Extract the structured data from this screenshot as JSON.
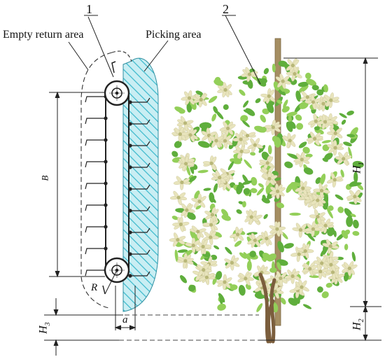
{
  "labels": {
    "callout_1": "1",
    "callout_2": "2",
    "empty_return_area": "Empty return area",
    "picking_area": "Picking area",
    "dim_b": "B",
    "dim_r": "R",
    "dim_alpha": "a",
    "h1_main": "H",
    "h1_sub": "1",
    "h2_main": "H",
    "h2_sub": "2",
    "h3_main": "H",
    "h3_sub": "3"
  },
  "colors": {
    "picking_fill": "#c9eef3",
    "picking_hatch": "#39b8cc",
    "leaf_dark": "#5fae3c",
    "leaf_light": "#93cf59",
    "flower": "#e8e4bc",
    "flower_center": "#b8b778",
    "stem": "#7b5e3d",
    "pole": "#a58e62"
  }
}
